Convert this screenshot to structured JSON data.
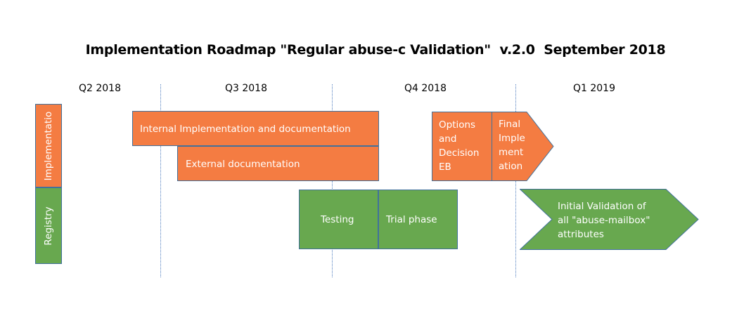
{
  "title": "Implementation Roadmap \"Regular abuse-c Validation\"  v.2.0  September 2018",
  "quarters": [
    "Q2 2018",
    "Q3 2018",
    "Q4 2018",
    "Q1 2019"
  ],
  "lanes": {
    "implementation": "Implementatio",
    "registry": "Registry"
  },
  "tasks": {
    "internal": "Internal Implementation and documentation",
    "external": "External documentation",
    "options": "Options\nand\nDecision\nEB",
    "final": "Final\nImple\nment\nation",
    "testing": "Testing",
    "trial": "Trial phase",
    "initial_validation": "Initial Validation of\nall \"abuse-mailbox\"\nattributes"
  },
  "colors": {
    "orange": "#f47c42",
    "green": "#68a84f",
    "border": "#41719c",
    "gridline": "#4f7dbf"
  }
}
